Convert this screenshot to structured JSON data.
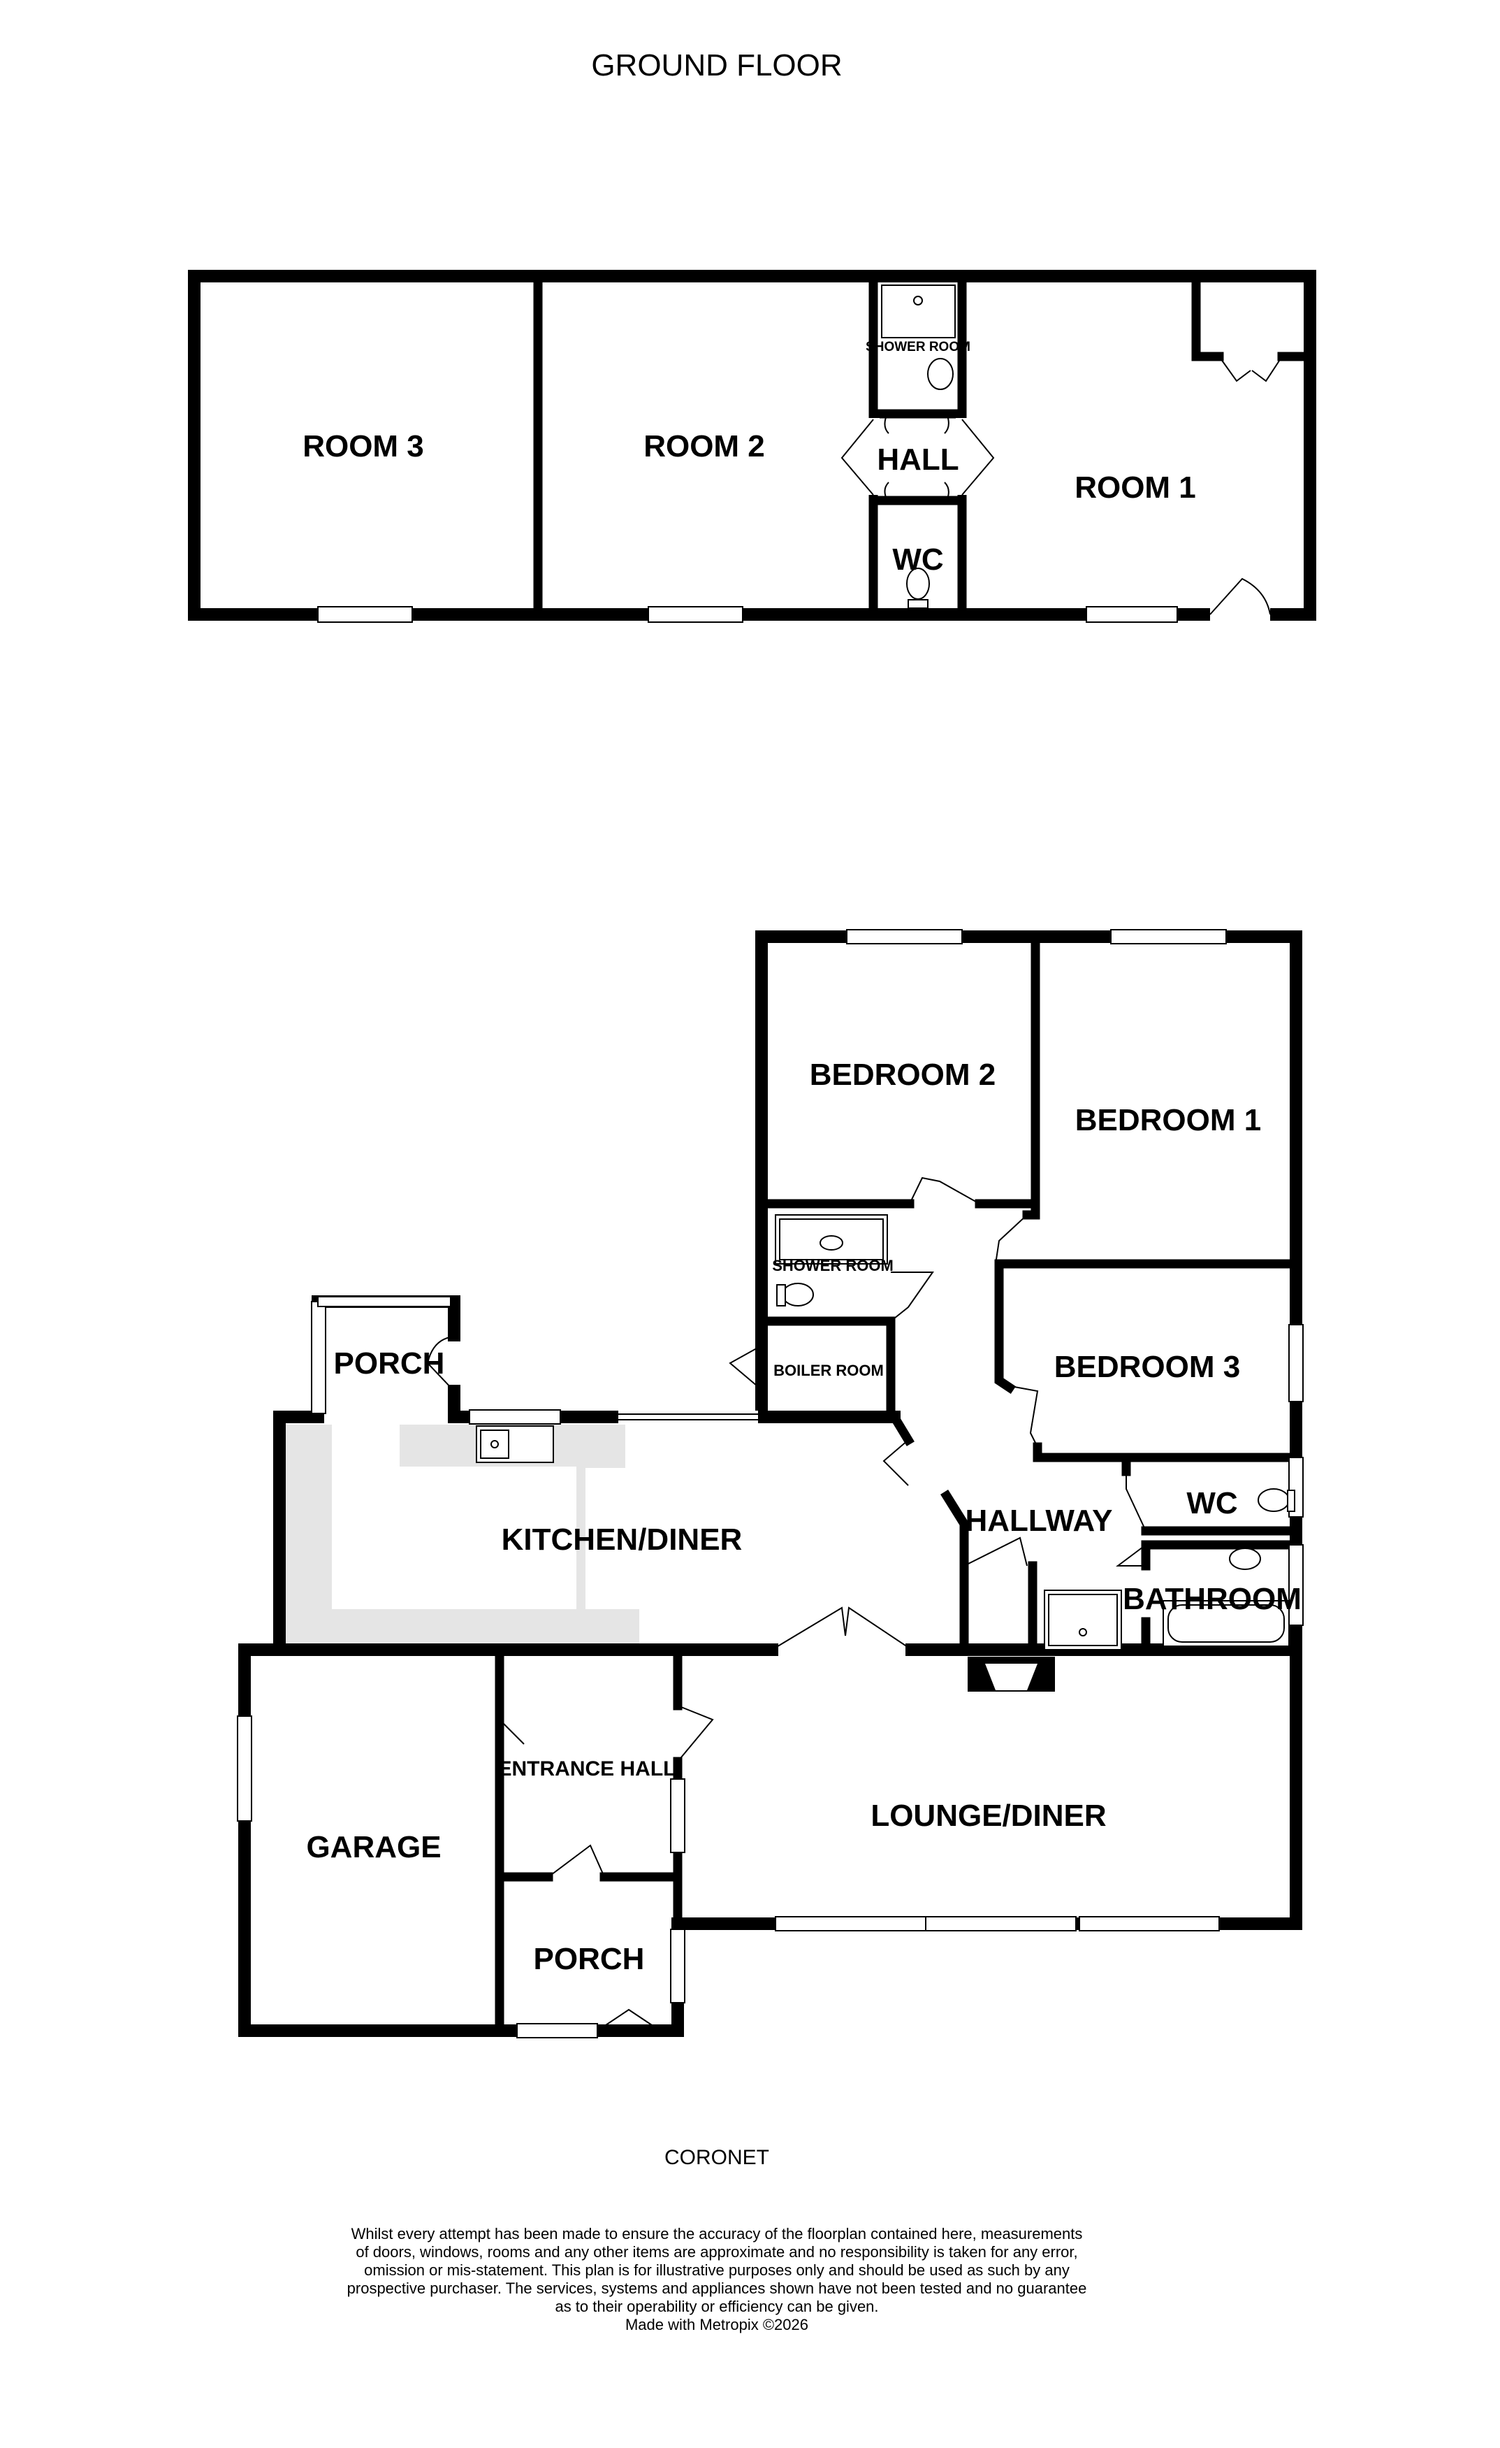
{
  "title": "GROUND FLOOR",
  "outbuilding": {
    "rooms": [
      "ROOM 3",
      "ROOM 2",
      "SHOWER ROOM",
      "HALL",
      "WC",
      "ROOM 1"
    ]
  },
  "main_house": {
    "rooms": [
      "BEDROOM 2",
      "BEDROOM 1",
      "SHOWER ROOM",
      "BOILER ROOM",
      "BEDROOM 3",
      "PORCH",
      "KITCHEN/DINER",
      "HALLWAY",
      "WC",
      "BATHROOM",
      "ENTRANCE HALL",
      "LOUNGE/DINER",
      "GARAGE",
      "PORCH"
    ]
  },
  "caption": "CORONET",
  "disclaimer": [
    "Whilst every attempt has been made to ensure the accuracy of the floorplan contained here, measurements",
    "of doors, windows, rooms and any other items are approximate and no responsibility is taken for any error,",
    "omission or mis-statement. This plan is for illustrative purposes only and should be used as such by any",
    "prospective purchaser. The services, systems and appliances shown have not been tested and no guarantee",
    "as to their operability or efficiency can be given.",
    "Made with Metropix ©2026"
  ],
  "colors": {
    "wall": "#000000",
    "worktop": "#e5e5e5",
    "background": "#ffffff"
  }
}
